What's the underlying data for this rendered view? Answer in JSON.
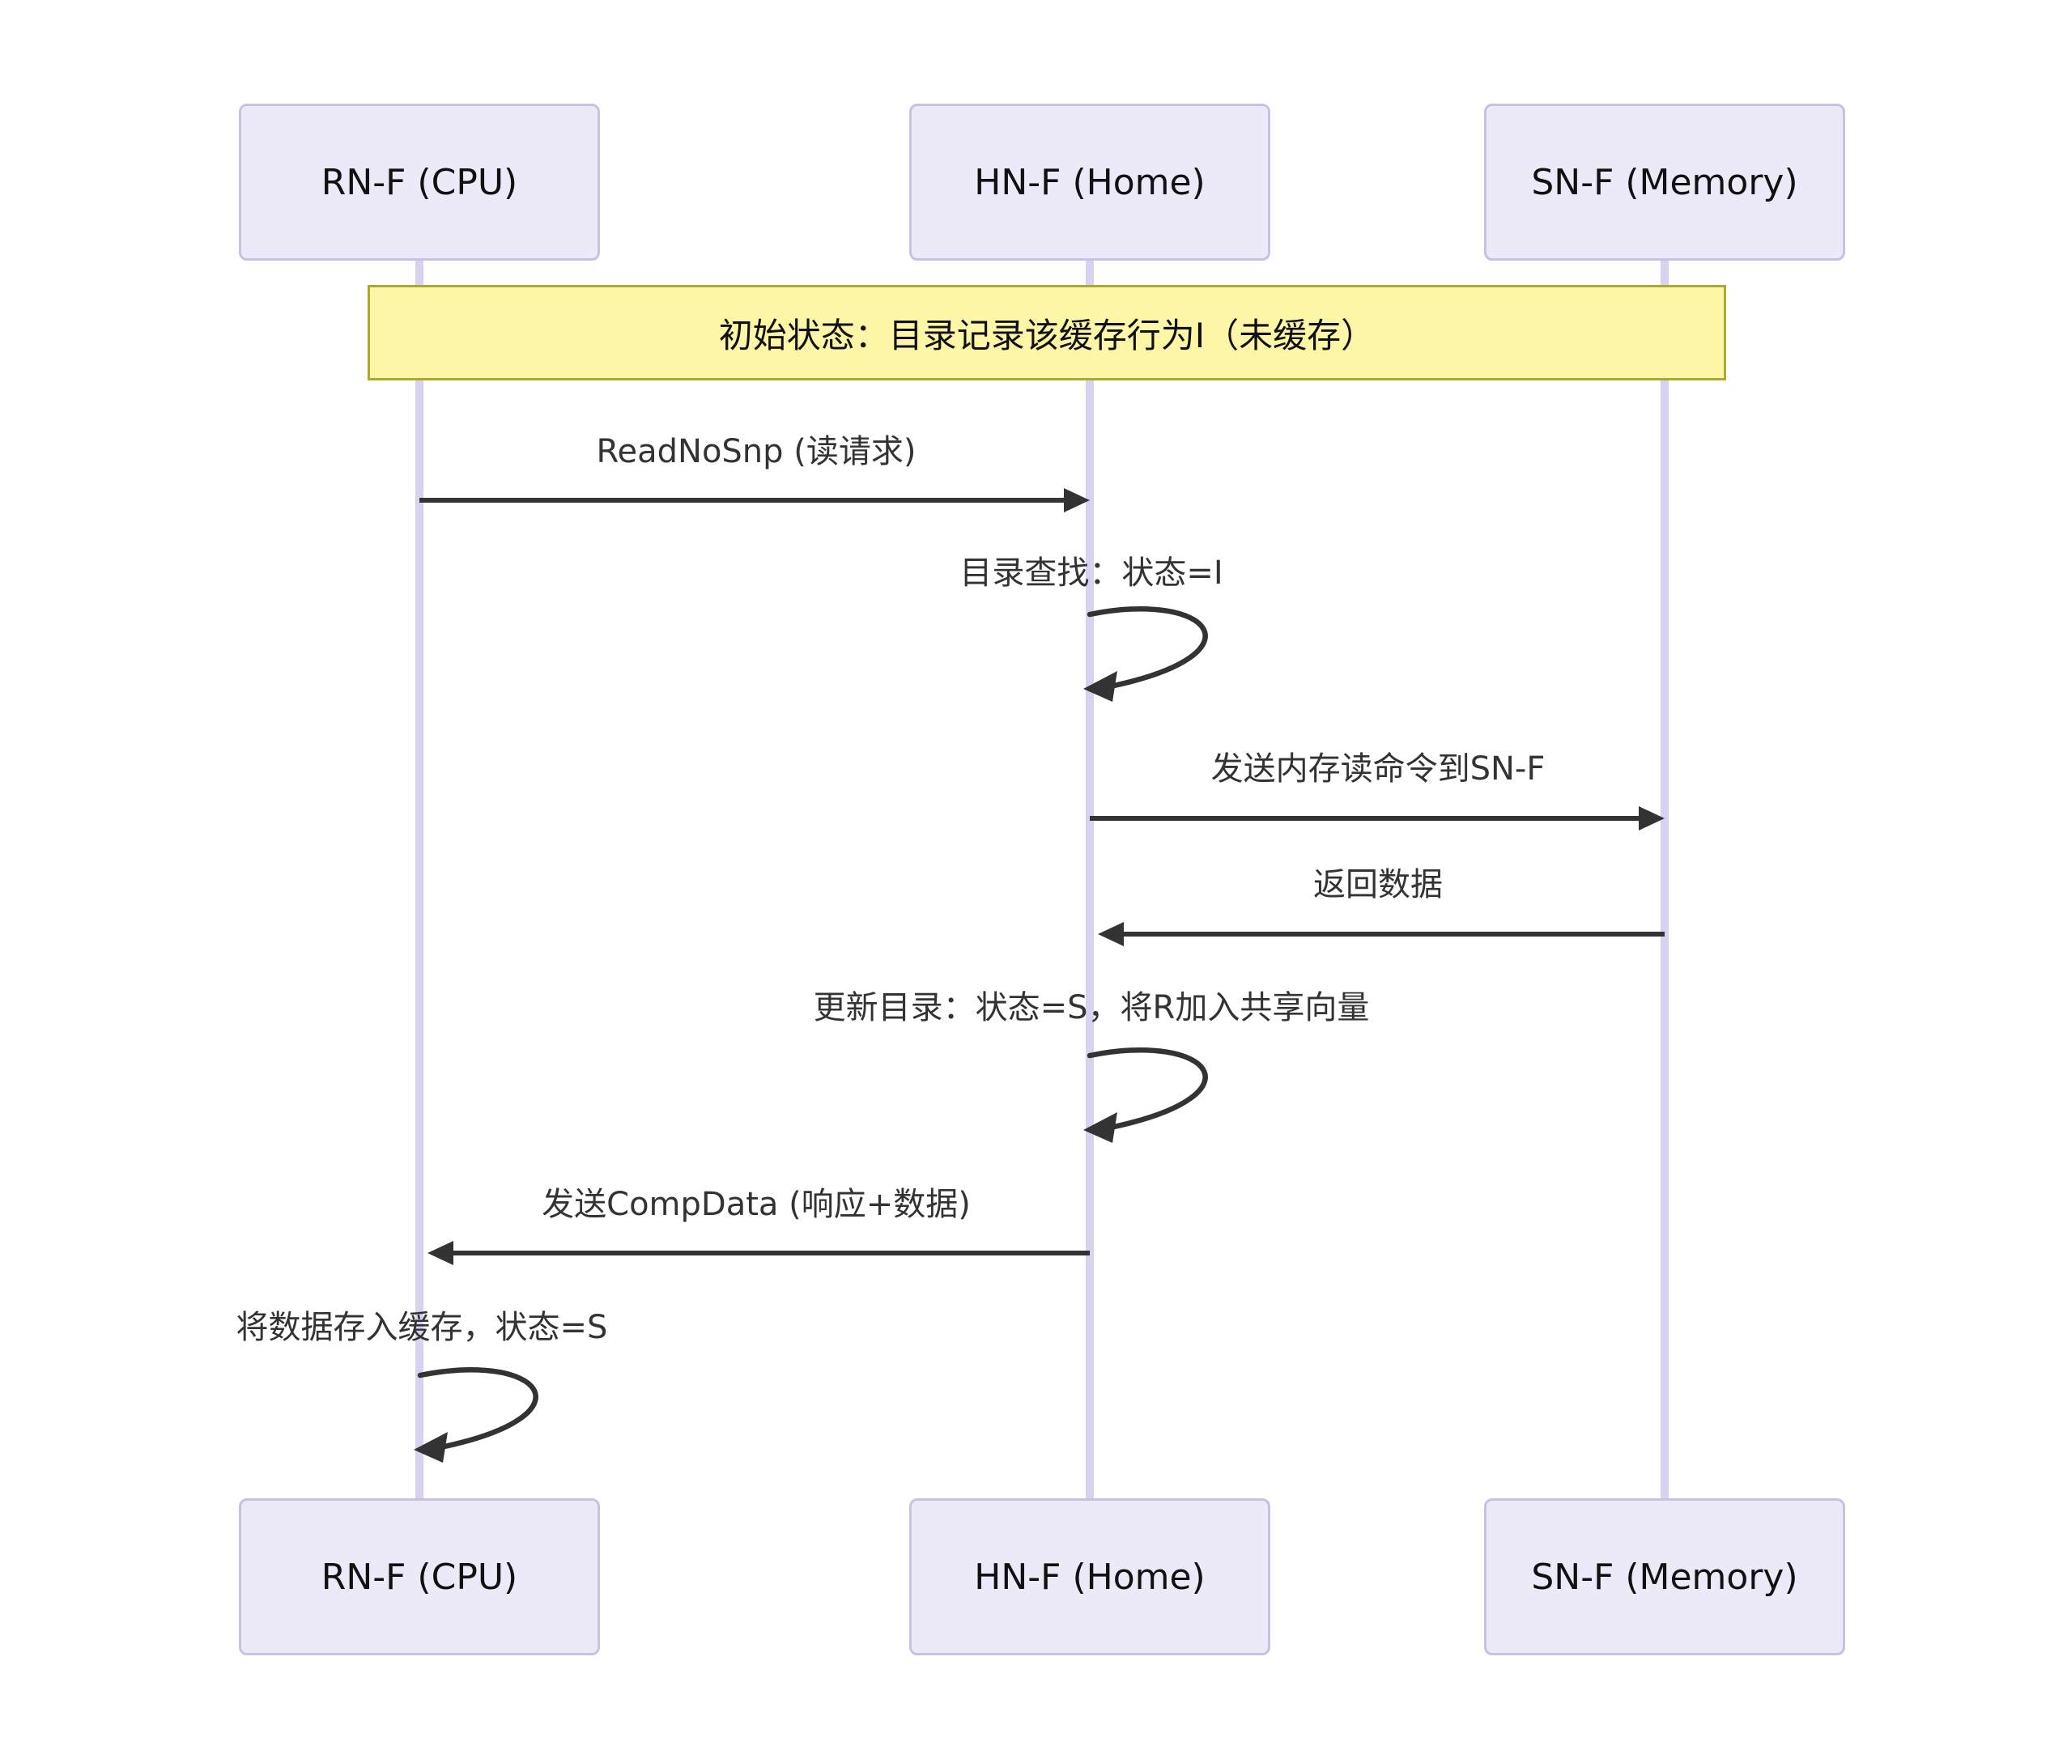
{
  "diagram": {
    "type": "sequence",
    "actors": [
      {
        "id": "rnf",
        "label": "RN-F (CPU)"
      },
      {
        "id": "hnf",
        "label": "HN-F (Home)"
      },
      {
        "id": "snf",
        "label": "SN-F (Memory)"
      }
    ],
    "note": {
      "text": "初始状态：目录记录该缓存行为I（未缓存）",
      "spans": [
        "rnf",
        "snf"
      ]
    },
    "messages": [
      {
        "index": 1,
        "type": "solid-arrow",
        "from": "rnf",
        "to": "hnf",
        "label": "ReadNoSnp (读请求)"
      },
      {
        "index": 2,
        "type": "self-loop",
        "actor": "hnf",
        "label": "目录查找：状态=I"
      },
      {
        "index": 3,
        "type": "solid-arrow",
        "from": "hnf",
        "to": "snf",
        "label": "发送内存读命令到SN-F"
      },
      {
        "index": 4,
        "type": "solid-arrow",
        "from": "snf",
        "to": "hnf",
        "label": "返回数据"
      },
      {
        "index": 5,
        "type": "self-loop",
        "actor": "hnf",
        "label": "更新目录：状态=S，将R加入共享向量"
      },
      {
        "index": 6,
        "type": "solid-arrow",
        "from": "hnf",
        "to": "rnf",
        "label": "发送CompData (响应+数据)"
      },
      {
        "index": 7,
        "type": "self-loop",
        "actor": "rnf",
        "label": "将数据存入缓存，状态=S"
      }
    ],
    "colors": {
      "background": "#FFFFFF",
      "actor_fill": "#ECEAF9",
      "actor_border": "#C9C0E3",
      "lifeline": "#D8D2F0",
      "note_fill": "#FDF6A6",
      "note_border": "#AAAA33",
      "message_line": "#333333",
      "text": "#333333"
    }
  }
}
